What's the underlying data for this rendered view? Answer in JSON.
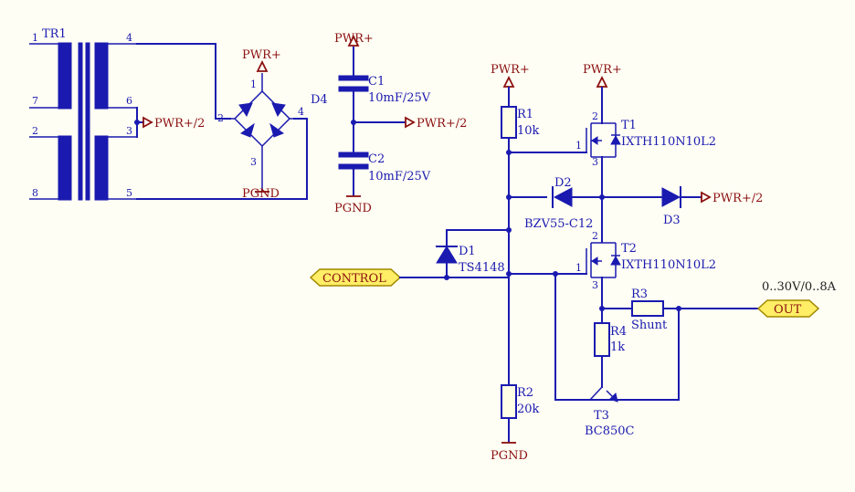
{
  "transformer": {
    "designator": "TR1",
    "pins": {
      "p1": "1",
      "p7": "7",
      "p2": "2",
      "p8": "8",
      "p4": "4",
      "p6": "6",
      "p3": "3",
      "p5": "5"
    }
  },
  "bridge": {
    "designator": "D4",
    "pins": {
      "p1": "1",
      "p2": "2",
      "p3": "3",
      "p4": "4"
    }
  },
  "power": {
    "pwr_plus": "PWR+",
    "pwr_half": "PWR+/2",
    "pgnd": "PGND"
  },
  "capacitors": [
    {
      "designator": "C1",
      "value": "10mF/25V"
    },
    {
      "designator": "C2",
      "value": "10mF/25V"
    }
  ],
  "resistors": [
    {
      "designator": "R1",
      "value": "10k"
    },
    {
      "designator": "R2",
      "value": "20k"
    },
    {
      "designator": "R3",
      "value": "Shunt"
    },
    {
      "designator": "R4",
      "value": "1k"
    }
  ],
  "mosfets": [
    {
      "designator": "T1",
      "part": "IXTH110N10L2",
      "pin_g": "1",
      "pin_d": "2",
      "pin_s": "3"
    },
    {
      "designator": "T2",
      "part": "IXTH110N10L2",
      "pin_g": "1",
      "pin_d": "2",
      "pin_s": "3"
    }
  ],
  "diodes": [
    {
      "designator": "D1",
      "part": "TS4148"
    },
    {
      "designator": "D2",
      "part": "BZV55-C12"
    },
    {
      "designator": "D3",
      "part": ""
    }
  ],
  "bjt": {
    "designator": "T3",
    "part": "BC850C"
  },
  "ports": {
    "control": "CONTROL",
    "out": "OUT",
    "out_rating": "0..30V/0..8A"
  }
}
